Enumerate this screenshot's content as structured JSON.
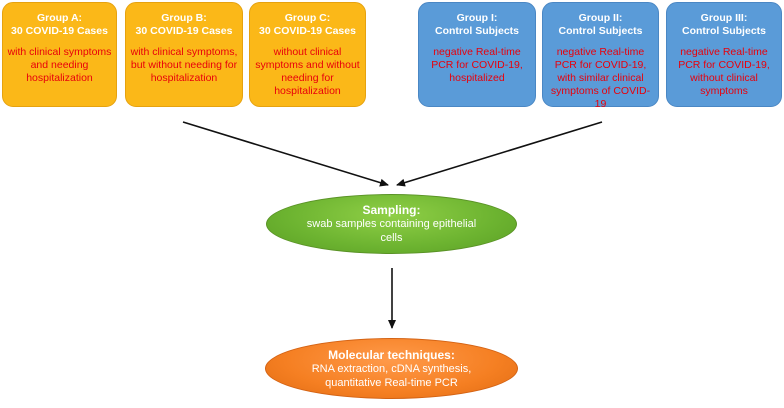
{
  "case_groups": [
    {
      "title_line1": "Group A:",
      "title_line2": "30 COVID-19 Cases",
      "description": "with clinical symptoms and needing hospitalization"
    },
    {
      "title_line1": "Group B:",
      "title_line2": "30 COVID-19 Cases",
      "description": "with clinical symptoms, but without needing for hospitalization"
    },
    {
      "title_line1": "Group C:",
      "title_line2": "30 COVID-19 Cases",
      "description": "without clinical symptoms and without needing for hospitalization"
    }
  ],
  "control_groups": [
    {
      "title_line1": "Group I:",
      "title_line2": "Control Subjects",
      "description": "negative Real-time PCR for COVID-19, hospitalized"
    },
    {
      "title_line1": "Group II:",
      "title_line2": "Control Subjects",
      "description": "negative Real-time PCR for COVID-19, with similar clinical symptoms of COVID-19"
    },
    {
      "title_line1": "Group III:",
      "title_line2": "Control Subjects",
      "description": "negative Real-time PCR for COVID-19, without clinical symptoms"
    }
  ],
  "sampling": {
    "title": "Sampling:",
    "description": "swab samples containing epithelial cells"
  },
  "molecular": {
    "title": "Molecular techniques:",
    "description": "RNA extraction, cDNA synthesis, quantitative Real-time PCR"
  },
  "colors": {
    "case_fill": "#fbb818",
    "control_fill": "#5a9bd8",
    "sampling_fill": "#6cb330",
    "molecular_fill": "#f57f22",
    "description_text": "#e8000b"
  }
}
